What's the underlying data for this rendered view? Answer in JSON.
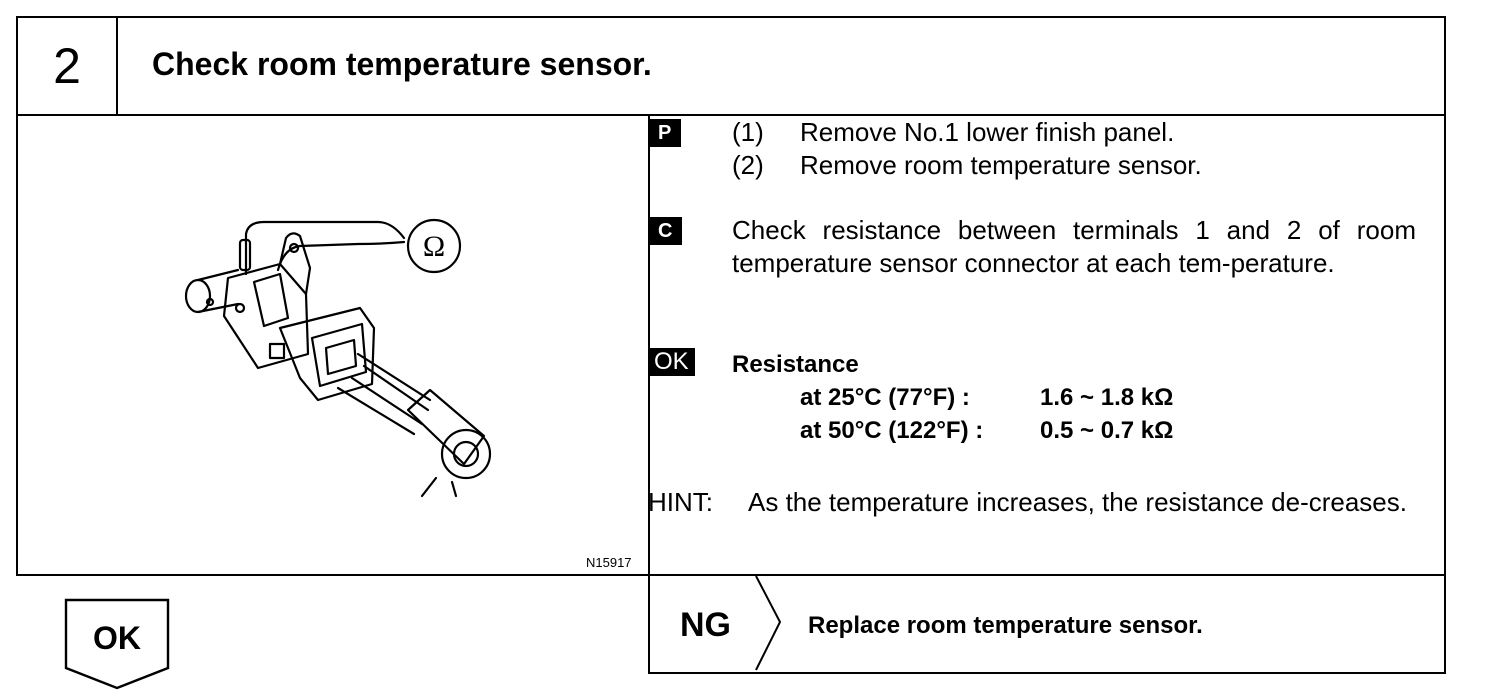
{
  "header": {
    "step_number": "2",
    "title": "Check room temperature sensor."
  },
  "figure": {
    "meter_symbol": "Ω",
    "figure_id": "N15917"
  },
  "procedure": {
    "p_tag": "P",
    "p_items": [
      {
        "num": "(1)",
        "text": "Remove No.1 lower finish panel."
      },
      {
        "num": "(2)",
        "text": "Remove room temperature sensor."
      }
    ],
    "c_tag": "C",
    "c_text": "Check resistance between terminals 1 and 2 of room temperature sensor connector at each tem-perature.",
    "ok_tag": "OK",
    "spec_label": "Resistance",
    "specs": [
      {
        "condition": "at 25°C (77°F)   :",
        "value": "1.6 ~ 1.8 kΩ"
      },
      {
        "condition": "at 50°C (122°F) :",
        "value": "0.5 ~ 0.7 kΩ"
      }
    ],
    "hint_label": "HINT:",
    "hint_text": "As the temperature increases, the resistance de-creases."
  },
  "result": {
    "ok_label": "OK",
    "ng_label": "NG",
    "ng_action": "Replace room temperature sensor."
  }
}
